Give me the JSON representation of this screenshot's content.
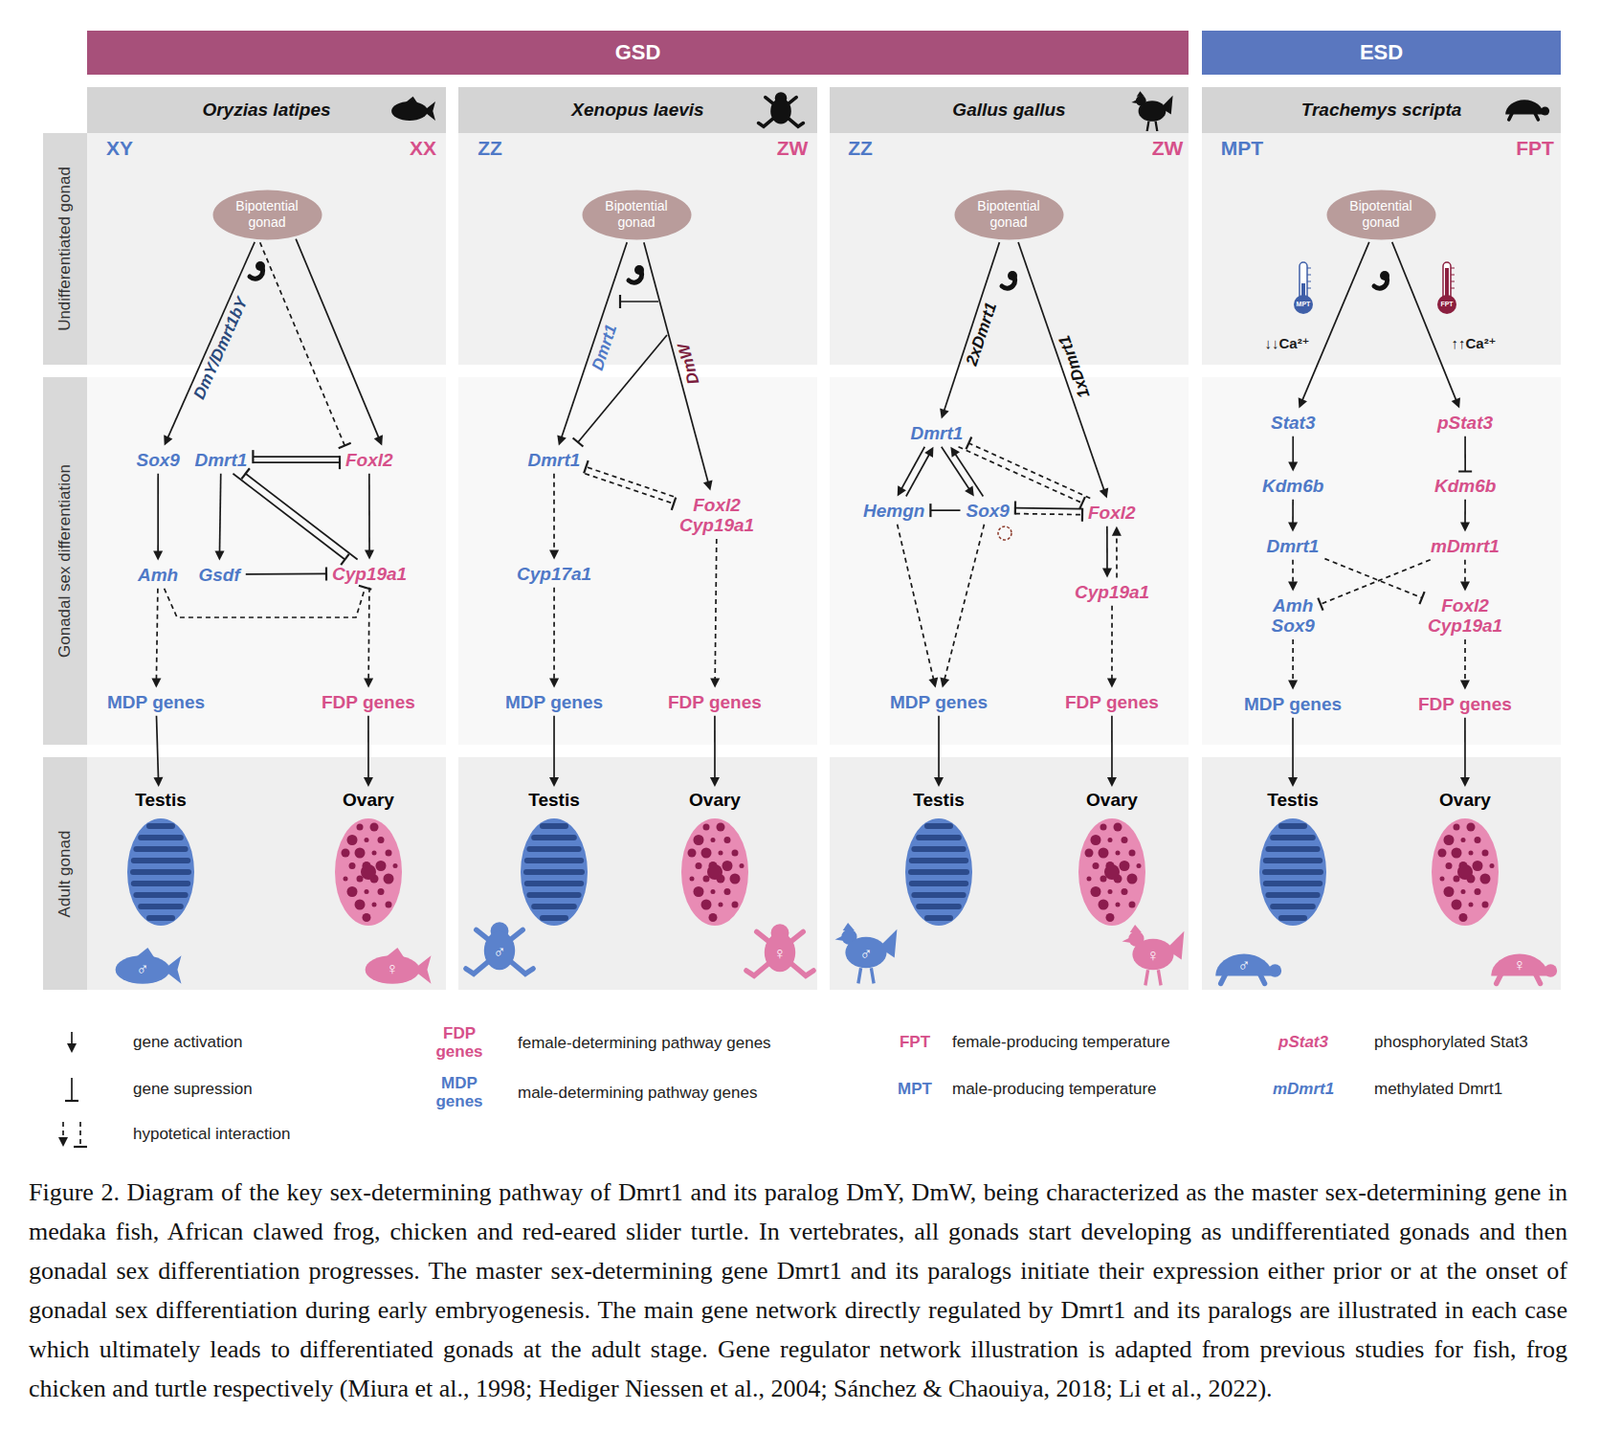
{
  "diagram": {
    "caption": "Figure 2. Diagram of the key sex-determining pathway of Dmrt1 and its paralog DmY, DmW, being characterized as the master sex-determining gene in medaka fish, African clawed frog, chicken and red-eared slider turtle. In vertebrates, all gonads start developing as undifferentiated gonads and then gonadal sex differentiation progresses. The master sex-determining gene Dmrt1 and its paralogs initiate their expression either prior or at the onset of gonadal sex differentiation during early embryogenesis. The main gene network directly regulated by Dmrt1 and its paralogs are illustrated in each case which ultimately leads to differentiated gonads at the adult stage. Gene regulator network illustration is adapted from previous studies for fish, frog chicken and turtle respectively (Miura et al., 1998; Hediger Niessen et al., 2004; Sánchez & Chaouiya, 2018; Li et al., 2022).",
    "nodes": [
      {
        "text": [
          "GSD"
        ]
      },
      {
        "text": [
          "ESD"
        ]
      },
      {
        "text": [
          "Oryzias latipes"
        ]
      },
      {
        "text": [
          "Xenopus laevis"
        ]
      },
      {
        "text": [
          "Gallus gallus"
        ]
      },
      {
        "text": [
          "Trachemys scripta"
        ]
      },
      {
        "text": [
          "Undifferentiated gonad"
        ]
      },
      {
        "text": [
          "Gonadal sex differentiation"
        ]
      },
      {
        "text": [
          "Adult gonad"
        ]
      },
      {
        "text": [
          "Bipotential gonad"
        ]
      },
      {
        "text": [
          "Sox9"
        ]
      },
      {
        "text": [
          "Dmrt1"
        ]
      },
      {
        "text": [
          "Foxl2"
        ]
      },
      {
        "text": [
          "Amh"
        ]
      },
      {
        "text": [
          "Gsdf"
        ]
      },
      {
        "text": [
          "Cyp19a1"
        ]
      },
      {
        "text": [
          "MDP genes"
        ]
      },
      {
        "text": [
          "FDP genes"
        ]
      },
      {
        "text": [
          "Testis"
        ]
      },
      {
        "text": [
          "Ovary"
        ]
      },
      {
        "text": [
          "Bipotential gonad"
        ]
      },
      {
        "text": [
          "Dmrt1"
        ]
      },
      {
        "text": [
          "Foxl2",
          "Cyp19a1"
        ]
      },
      {
        "text": [
          "Cyp17a1"
        ]
      },
      {
        "text": [
          "MDP genes"
        ]
      },
      {
        "text": [
          "FDP genes"
        ]
      },
      {
        "text": [
          "Testis"
        ]
      },
      {
        "text": [
          "Ovary"
        ]
      },
      {
        "text": [
          "Bipotential gonad"
        ]
      },
      {
        "text": [
          "Dmrt1"
        ]
      },
      {
        "text": [
          "Hemgn"
        ]
      },
      {
        "text": [
          "Sox9"
        ]
      },
      {
        "text": [
          "Foxl2"
        ]
      },
      {
        "text": [
          "Cyp19a1"
        ]
      },
      {
        "text": [
          "MDP genes"
        ]
      },
      {
        "text": [
          "FDP genes"
        ]
      },
      {
        "text": [
          "Testis"
        ]
      },
      {
        "text": [
          "Ovary"
        ]
      },
      {
        "text": [
          "Bipotential gonad"
        ]
      },
      {
        "text": [
          "Stat3"
        ]
      },
      {
        "text": [
          "pStat3"
        ]
      },
      {
        "text": [
          "Kdm6b"
        ]
      },
      {
        "text": [
          "Kdm6b"
        ]
      },
      {
        "text": [
          "Dmrt1"
        ]
      },
      {
        "text": [
          "mDmrt1"
        ]
      },
      {
        "text": [
          "Amh",
          "Sox9"
        ]
      },
      {
        "text": [
          "Foxl2",
          "Cyp19a1"
        ]
      },
      {
        "text": [
          "MDP genes"
        ]
      },
      {
        "text": [
          "FDP genes"
        ]
      },
      {
        "text": [
          "Testis"
        ]
      },
      {
        "text": [
          "Ovary"
        ]
      }
    ],
    "edges": [
      {
        "from": 9,
        "to": 10,
        "arrow": "to",
        "label": "DmY/Dmrt1bY"
      },
      {
        "from": 9,
        "to": 12,
        "arrow": "to"
      },
      {
        "from": 9,
        "to": 12,
        "arrow": "to"
      },
      {
        "from": 11,
        "to": 12,
        "arrow": "to"
      },
      {
        "from": 12,
        "to": 11,
        "arrow": "to"
      },
      {
        "from": 10,
        "to": 13,
        "arrow": "to"
      },
      {
        "from": 11,
        "to": 14,
        "arrow": "to"
      },
      {
        "from": 11,
        "to": 15,
        "arrow": "to"
      },
      {
        "from": 15,
        "to": 11,
        "arrow": "to"
      },
      {
        "from": 12,
        "to": 15,
        "arrow": "to"
      },
      {
        "from": 14,
        "to": 15,
        "arrow": "to"
      },
      {
        "from": 13,
        "to": 16,
        "arrow": "to"
      },
      {
        "from": 15,
        "to": 17,
        "arrow": "to"
      },
      {
        "from": 13,
        "to": 15,
        "arrow": "to"
      },
      {
        "from": 16,
        "to": 18,
        "arrow": "to"
      },
      {
        "from": 17,
        "to": 19,
        "arrow": "to"
      },
      {
        "from": 20,
        "to": 21,
        "arrow": "to",
        "label": "Dmrt1"
      },
      {
        "from": 20,
        "to": 22,
        "arrow": "to",
        "label": "DmW"
      },
      {
        "from": 21,
        "to": 22,
        "arrow": "to"
      },
      {
        "from": 22,
        "to": 21,
        "arrow": "to"
      },
      {
        "from": 21,
        "to": 23,
        "arrow": "to"
      },
      {
        "from": 23,
        "to": 24,
        "arrow": "to"
      },
      {
        "from": 22,
        "to": 25,
        "arrow": "to"
      },
      {
        "from": 24,
        "to": 26,
        "arrow": "to"
      },
      {
        "from": 25,
        "to": 27,
        "arrow": "to"
      },
      {
        "from": 28,
        "to": 29,
        "arrow": "to",
        "label": "2xDmrt1"
      },
      {
        "from": 28,
        "to": 32,
        "arrow": "to",
        "label": "1xDmrt1"
      },
      {
        "from": 29,
        "to": 30,
        "arrow": "to"
      },
      {
        "from": 30,
        "to": 29,
        "arrow": "to"
      },
      {
        "from": 29,
        "to": 31,
        "arrow": "to"
      },
      {
        "from": 31,
        "to": 29,
        "arrow": "to"
      },
      {
        "from": 29,
        "to": 32,
        "arrow": "to"
      },
      {
        "from": 32,
        "to": 29,
        "arrow": "to"
      },
      {
        "from": 31,
        "to": 30,
        "arrow": "to"
      },
      {
        "from": 32,
        "to": 31,
        "arrow": "to"
      },
      {
        "from": 31,
        "to": 32,
        "arrow": "to"
      },
      {
        "from": 32,
        "to": 33,
        "arrow": "to"
      },
      {
        "from": 33,
        "to": 32,
        "arrow": "to"
      },
      {
        "from": 30,
        "to": 34,
        "arrow": "to"
      },
      {
        "from": 31,
        "to": 34,
        "arrow": "to"
      },
      {
        "from": 33,
        "to": 35,
        "arrow": "to"
      },
      {
        "from": 34,
        "to": 36,
        "arrow": "to"
      },
      {
        "from": 35,
        "to": 37,
        "arrow": "to"
      },
      {
        "from": 38,
        "to": 39,
        "arrow": "to"
      },
      {
        "from": 38,
        "to": 40,
        "arrow": "to"
      },
      {
        "from": 39,
        "to": 41,
        "arrow": "to"
      },
      {
        "from": 40,
        "to": 42,
        "arrow": "to"
      },
      {
        "from": 41,
        "to": 43,
        "arrow": "to"
      },
      {
        "from": 42,
        "to": 44,
        "arrow": "to"
      },
      {
        "from": 43,
        "to": 45,
        "arrow": "to"
      },
      {
        "from": 43,
        "to": 46,
        "arrow": "to"
      },
      {
        "from": 44,
        "to": 46,
        "arrow": "to"
      },
      {
        "from": 44,
        "to": 45,
        "arrow": "to"
      },
      {
        "from": 45,
        "to": 47,
        "arrow": "to"
      },
      {
        "from": 46,
        "to": 48,
        "arrow": "to"
      },
      {
        "from": 47,
        "to": 49,
        "arrow": "to"
      },
      {
        "from": 48,
        "to": 50,
        "arrow": "to"
      }
    ],
    "labels": [
      "XY",
      "XX",
      "ZZ",
      "ZW",
      "ZZ",
      "ZW",
      "MPT",
      "FPT",
      "MPT",
      "FPT",
      "↓↓Ca²⁺",
      "↑↑Ca²⁺",
      "♂",
      "♀",
      "♂",
      "♀",
      "♂",
      "♀",
      "♂",
      "♀",
      "FDP genes",
      "MDP genes",
      "FPT",
      "MPT",
      "pStat3",
      "mDmrt1"
    ],
    "legend": [
      {
        "text": "gene activation"
      },
      {
        "text": "gene supression"
      },
      {
        "text": "hypotetical interaction"
      },
      {
        "text": "female-determining pathway genes"
      },
      {
        "text": "male-determining pathway genes"
      },
      {
        "text": "female-producing temperature"
      },
      {
        "text": "male-producing temperature"
      },
      {
        "text": "phosphorylated Stat3"
      },
      {
        "text": "methylated Dmrt1"
      }
    ]
  }
}
